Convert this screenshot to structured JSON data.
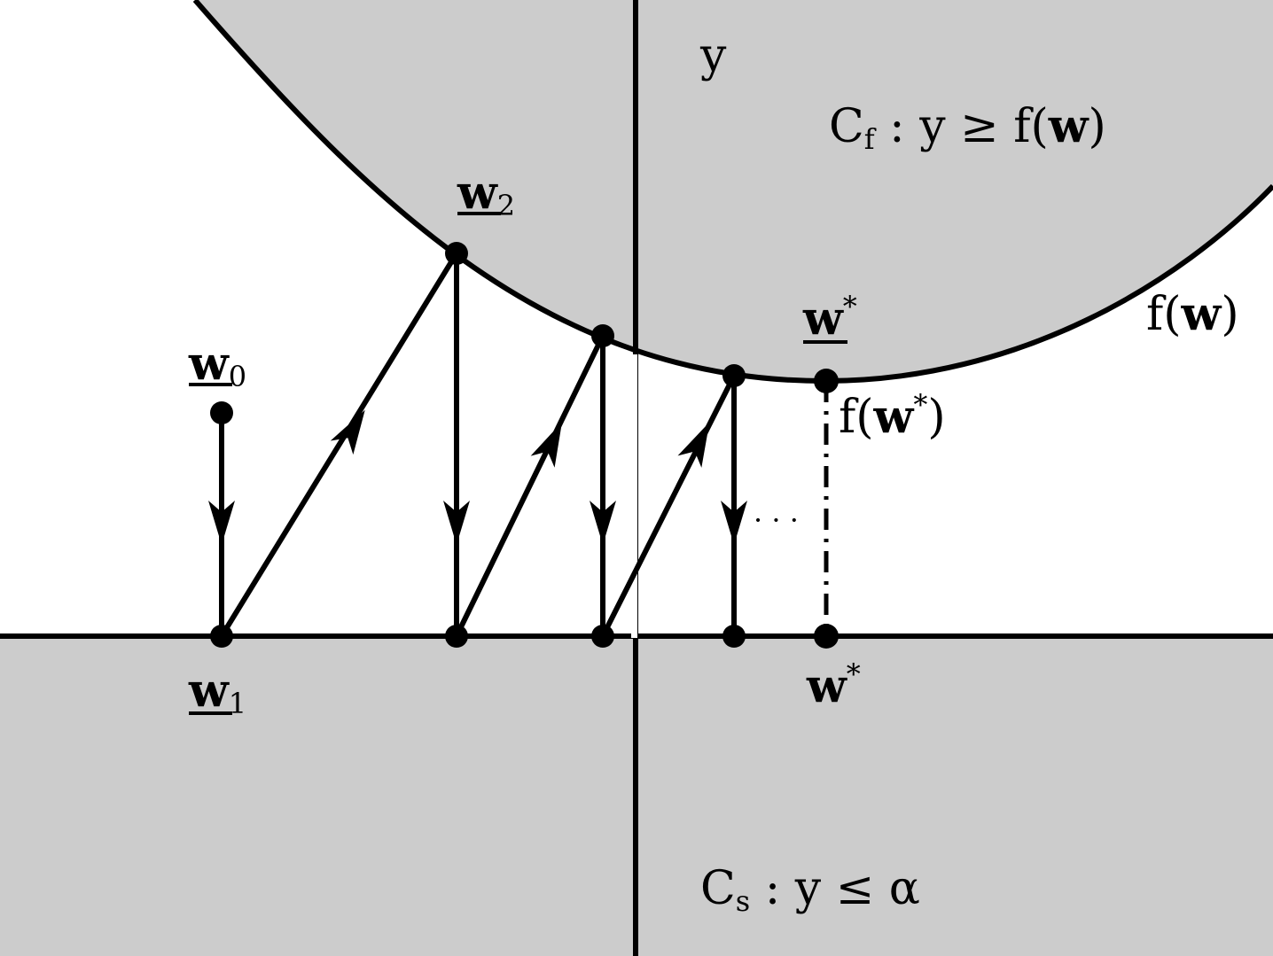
{
  "colors": {
    "region_fill": "#cccccc",
    "stroke": "#000000",
    "background": "#ffffff"
  },
  "labels": {
    "y_axis": "y",
    "set_f": {
      "name": "C",
      "sub": "f",
      "rest_pre": " : y ≥ f(",
      "var": "w",
      "rest_post": ")"
    },
    "set_s": {
      "name": "C",
      "sub": "s",
      "rest": " : y ≤ α"
    },
    "curve": {
      "pre": "f(",
      "var": "w",
      "post": ")"
    },
    "w0": {
      "var": "w",
      "sub": "0"
    },
    "w1": {
      "var": "w",
      "sub": "1"
    },
    "w2": {
      "var": "w",
      "sub": "2"
    },
    "w_star_top": {
      "var": "w",
      "sup": "*"
    },
    "w_star_bottom": {
      "var": "w",
      "sup": "*"
    },
    "f_w_star": {
      "pre": "f(",
      "var": "w",
      "sup": "*",
      "post": ")"
    },
    "ellipsis": "· · ·"
  }
}
